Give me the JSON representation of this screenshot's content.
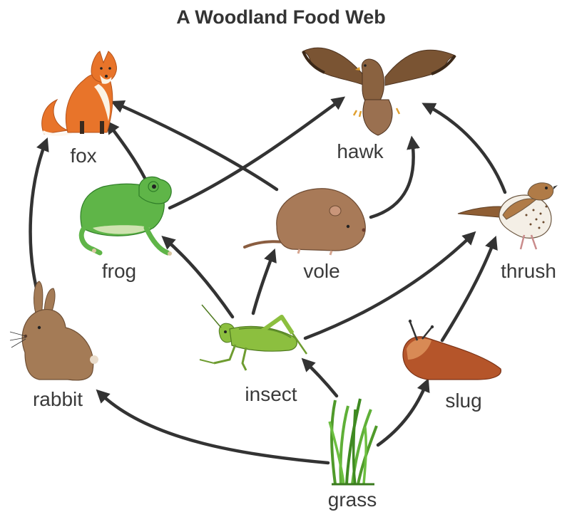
{
  "title": "A Woodland Food Web",
  "organisms": {
    "fox": "fox",
    "hawk": "hawk",
    "frog": "frog",
    "vole": "vole",
    "thrush": "thrush",
    "rabbit": "rabbit",
    "insect": "insect",
    "slug": "slug",
    "grass": "grass"
  },
  "links": [
    {
      "from": "grass",
      "to": "rabbit"
    },
    {
      "from": "grass",
      "to": "insect"
    },
    {
      "from": "grass",
      "to": "slug"
    },
    {
      "from": "rabbit",
      "to": "fox"
    },
    {
      "from": "frog",
      "to": "fox"
    },
    {
      "from": "vole",
      "to": "fox"
    },
    {
      "from": "frog",
      "to": "hawk"
    },
    {
      "from": "vole",
      "to": "hawk"
    },
    {
      "from": "thrush",
      "to": "hawk"
    },
    {
      "from": "insect",
      "to": "frog"
    },
    {
      "from": "insect",
      "to": "vole"
    },
    {
      "from": "insect",
      "to": "thrush"
    },
    {
      "from": "slug",
      "to": "thrush"
    }
  ],
  "colors": {
    "arrow": "#333333",
    "fox": "#e8742a",
    "hawk": "#7a5433",
    "frog": "#5fb548",
    "vole": "#a87a58",
    "thrush": "#b07b47",
    "rabbit": "#a47b56",
    "insect": "#8cbf3f",
    "slug": "#b5552a",
    "grass": "#4f9a2a"
  }
}
